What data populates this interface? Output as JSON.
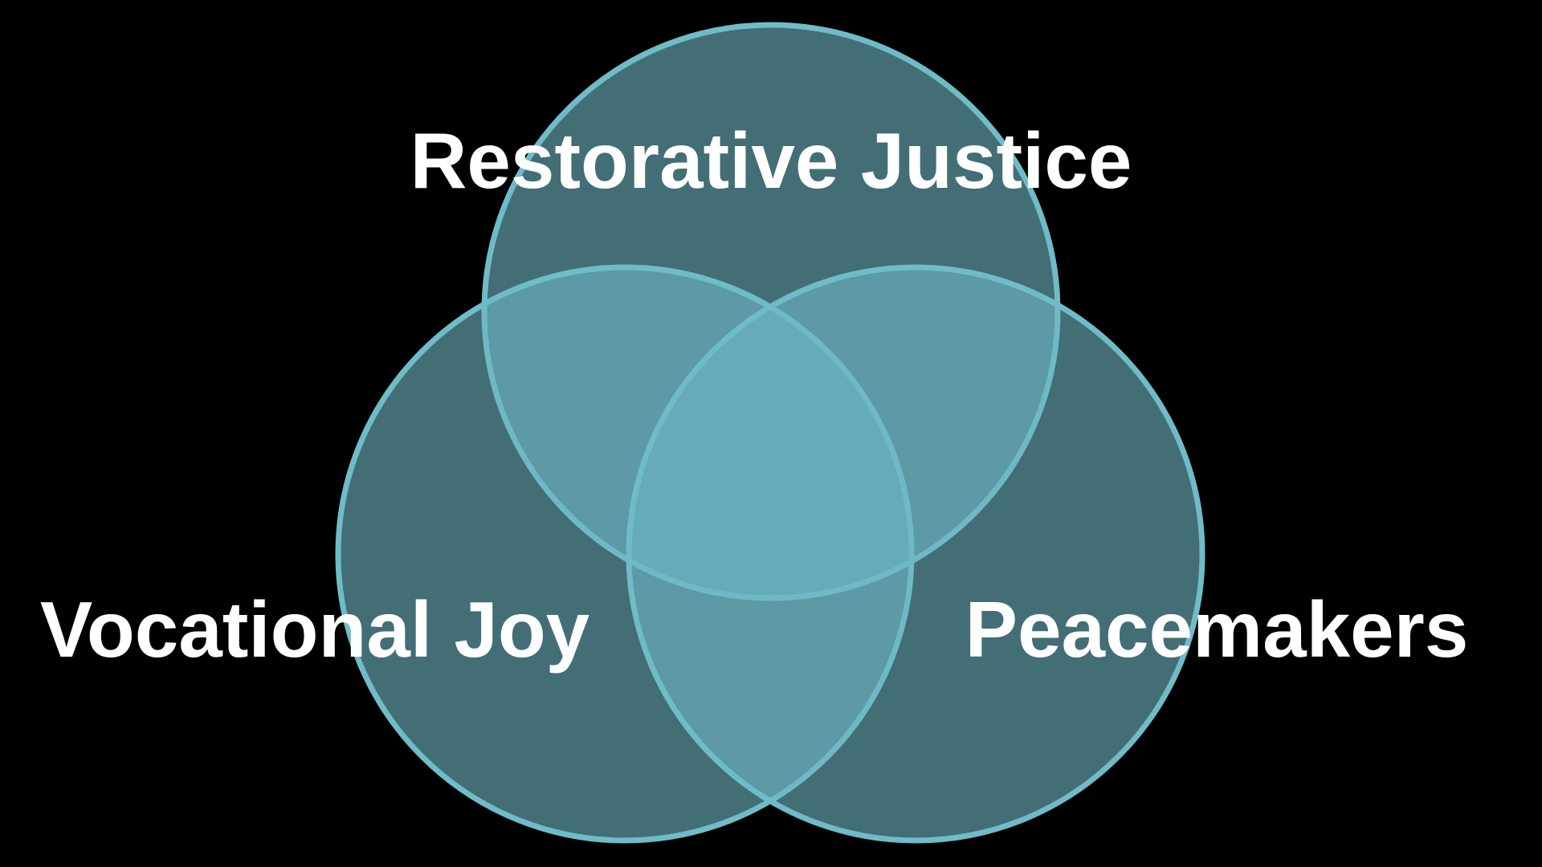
{
  "diagram": {
    "type": "venn",
    "sets": [
      {
        "id": "top",
        "label": "Restorative Justice"
      },
      {
        "id": "left",
        "label": "Vocational Joy"
      },
      {
        "id": "right",
        "label": "Peacemakers"
      }
    ]
  },
  "colors": {
    "background": "#000000",
    "circle_fill": "#6fb8c4",
    "circle_stroke": "#6fbcc8",
    "label_text": "#ffffff"
  }
}
